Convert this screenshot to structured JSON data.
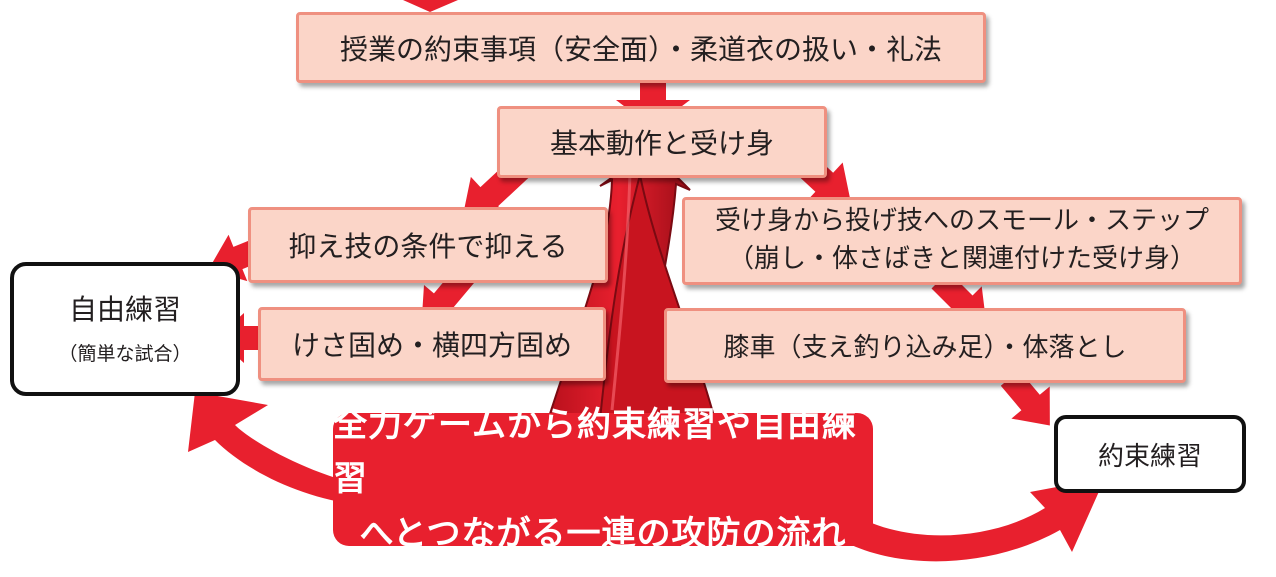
{
  "colors": {
    "arrow": "#e8202e",
    "box_fill": "#fbd5c8",
    "box_border": "#ef9080",
    "banner": "#e8202e"
  },
  "boxes": {
    "top": "授業の約束事項（安全面）・柔道衣の扱い・礼法",
    "basic": "基本動作と受け身",
    "osae": "抑え技の条件で抑える",
    "kesa": "けさ固め・横四方固め",
    "ukemi_line1": "受け身から投げ技へのスモール・ステップ",
    "ukemi_line2": "（崩し・体さばきと関連付けた受け身）",
    "hiza": "膝車（支え釣り込み足）・体落とし",
    "jiyu": "自由練習",
    "jiyu_sub": "（簡単な試合）",
    "yakusoku": "約束練習"
  },
  "banner": {
    "line1": "全力ゲームから約束練習や自由練習",
    "line2": "へとつながる一連の攻防の流れ"
  }
}
